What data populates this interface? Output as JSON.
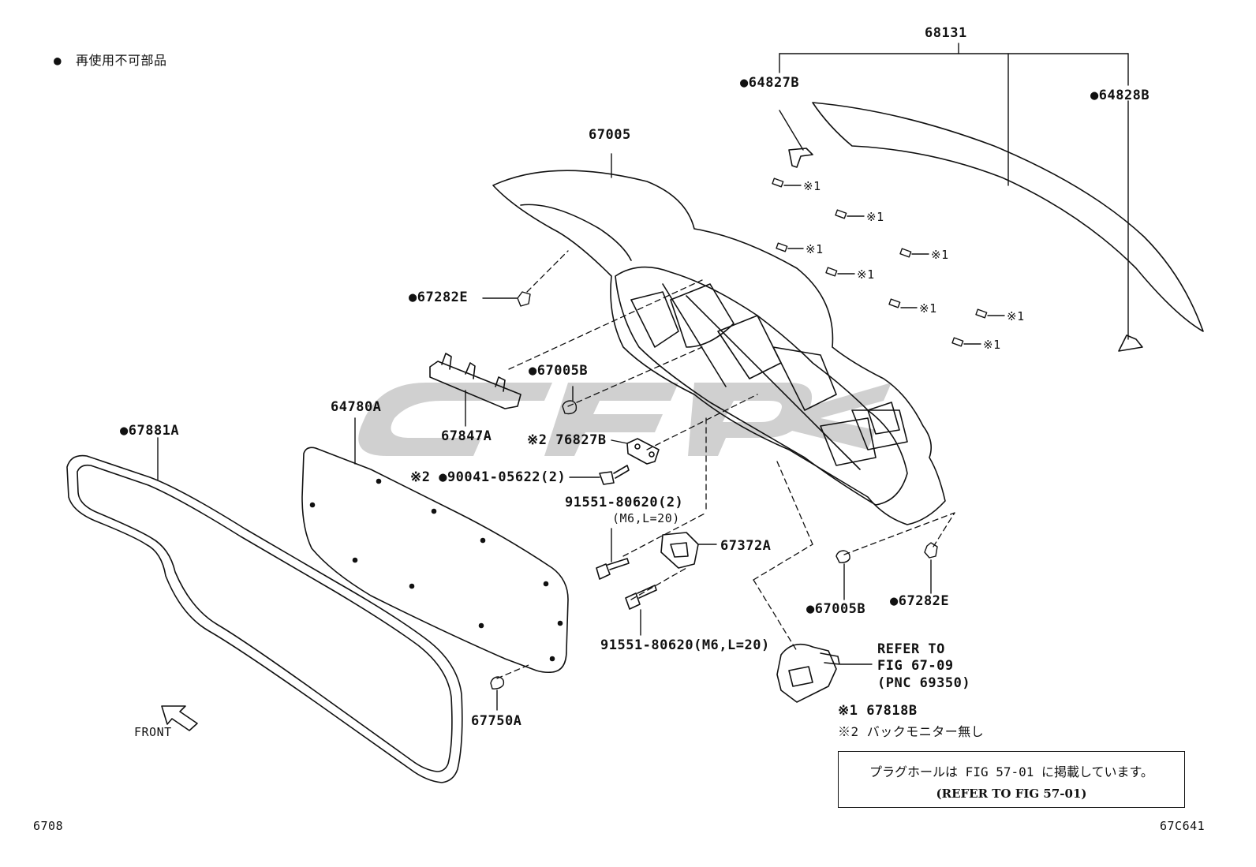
{
  "legend": {
    "symbol": "●",
    "text": "再使用不可部品"
  },
  "parts": {
    "p68131": "68131",
    "p64827b": "●64827B",
    "p64828b": "●64828B",
    "p67005": "67005",
    "x1_label": "※1",
    "p67282e_top": "●67282E",
    "p67005b_top": "●67005B",
    "p67847a": "67847A",
    "p64780a": "64780A",
    "p67881a": "●67881A",
    "p76827b": "※2 76827B",
    "p90041": "※2 ●90041-05622(2)",
    "p91551_a": "91551-80620(2)",
    "p91551_a_spec": "(M6,L=20)",
    "p67372a": "67372A",
    "p91551_b": "91551-80620(M6,L=20)",
    "p67005b_bot": "●67005B",
    "p67282e_bot": "●67282E",
    "p67750a": "67750A"
  },
  "refer": {
    "line1": "REFER TO",
    "line2": "FIG 67-09",
    "line3": "(PNC 69350)"
  },
  "footnotes": {
    "n1": "※1  67818B",
    "n2": "※2 バックモニター無し"
  },
  "notebox": {
    "line1": "プラグホールは FIG 57-01 に掲載しています。",
    "line2": "(REFER TO FIG 57-01)"
  },
  "front_label": "FRONT",
  "page_code_left": "6708",
  "page_code_right": "67C641"
}
